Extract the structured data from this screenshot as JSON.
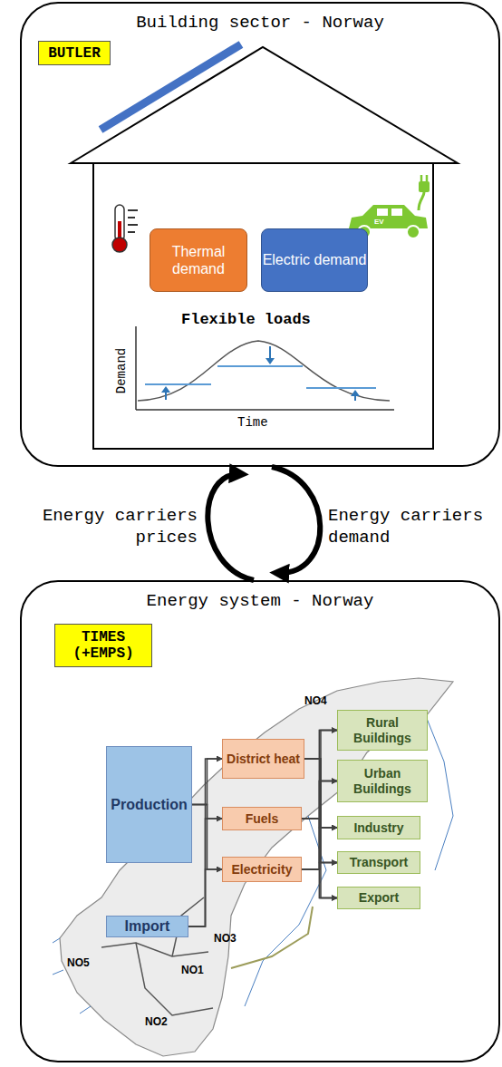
{
  "diagram": {
    "nodes": [
      {
        "text": [
          "Building sector - Norway"
        ]
      },
      {
        "text": [
          "BUTLER"
        ],
        "in": 0
      },
      {
        "text": [
          "Thermal demand"
        ],
        "in": 0
      },
      {
        "text": [
          "Electric demand"
        ],
        "in": 0
      },
      {
        "text": [
          "Energy system - Norway"
        ]
      },
      {
        "text": [
          "TIMES (+EMPS)"
        ],
        "in": 4
      },
      {
        "text": [
          "Production"
        ],
        "in": 4
      },
      {
        "text": [
          "Import"
        ],
        "in": 4
      },
      {
        "text": [
          "District heat"
        ],
        "in": 4
      },
      {
        "text": [
          "Fuels"
        ],
        "in": 4
      },
      {
        "text": [
          "Electricity"
        ],
        "in": 4
      },
      {
        "text": [
          "Rural Buildings"
        ],
        "in": 4
      },
      {
        "text": [
          "Urban Buildings"
        ],
        "in": 4
      },
      {
        "text": [
          "Industry"
        ],
        "in": 4
      },
      {
        "text": [
          "Transport"
        ],
        "in": 4
      },
      {
        "text": [
          "Export"
        ],
        "in": 4
      }
    ],
    "edges": [
      {
        "from": 4,
        "to": 0,
        "label": "Energy carriers prices",
        "arrow": "to"
      },
      {
        "from": 0,
        "to": 4,
        "label": "Energy carriers demand",
        "arrow": "to"
      },
      {
        "from": 6,
        "to": 8,
        "arrow": "to"
      },
      {
        "from": 6,
        "to": 9,
        "arrow": "to"
      },
      {
        "from": 6,
        "to": 10,
        "arrow": "to"
      },
      {
        "from": 7,
        "to": 8,
        "arrow": "to"
      },
      {
        "from": 7,
        "to": 9,
        "arrow": "to"
      },
      {
        "from": 7,
        "to": 10,
        "arrow": "to"
      },
      {
        "from": 8,
        "to": 11,
        "arrow": "to"
      },
      {
        "from": 8,
        "to": 12,
        "arrow": "to"
      },
      {
        "from": 8,
        "to": 13,
        "arrow": "to"
      },
      {
        "from": 8,
        "to": 14,
        "arrow": "to"
      },
      {
        "from": 8,
        "to": 15,
        "arrow": "to"
      },
      {
        "from": 9,
        "to": 11,
        "arrow": "to"
      },
      {
        "from": 9,
        "to": 12,
        "arrow": "to"
      },
      {
        "from": 9,
        "to": 13,
        "arrow": "to"
      },
      {
        "from": 9,
        "to": 14,
        "arrow": "to"
      },
      {
        "from": 9,
        "to": 15,
        "arrow": "to"
      },
      {
        "from": 10,
        "to": 11,
        "arrow": "to"
      },
      {
        "from": 10,
        "to": 12,
        "arrow": "to"
      },
      {
        "from": 10,
        "to": 13,
        "arrow": "to"
      },
      {
        "from": 10,
        "to": 14,
        "arrow": "to"
      },
      {
        "from": 10,
        "to": 15,
        "arrow": "to"
      }
    ],
    "labels": [
      "Flexible loads",
      "Demand",
      "Time",
      "EV",
      "NO4",
      "NO3",
      "NO5",
      "NO1",
      "NO2"
    ]
  }
}
